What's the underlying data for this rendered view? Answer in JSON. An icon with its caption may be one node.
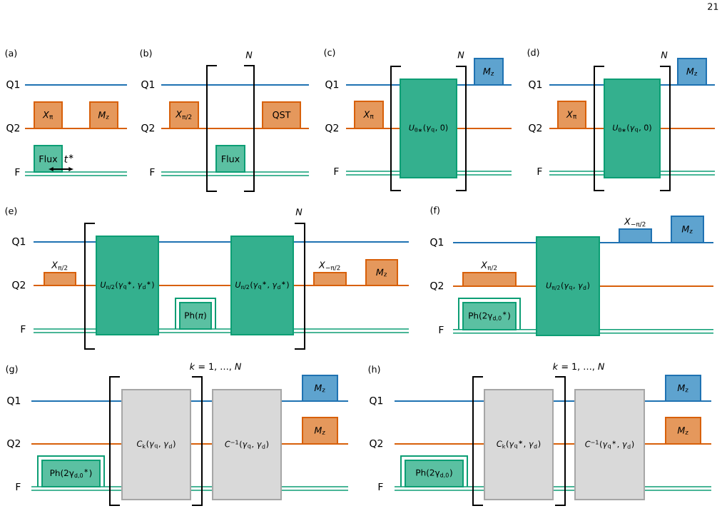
{
  "diagram": {
    "nodes": [
      {
        "text": [
          "*X*$_{π}$"
        ]
      },
      {
        "text": [
          "*M*$_{z}$"
        ]
      },
      {
        "text": [
          "Flux"
        ]
      },
      {
        "text": [
          "*X*$_{π/2}$"
        ]
      },
      {
        "text": [
          "Flux"
        ]
      },
      {
        "text": [
          "QST"
        ]
      },
      {
        "text": [
          "*X*$_{π}$"
        ]
      },
      {
        "text": [
          "*U*$_{θ∗}$(*γ*$_{q}$, 0)"
        ]
      },
      {
        "text": [
          "*M*$_{z}$"
        ]
      },
      {
        "text": [
          "*X*$_{π}$"
        ]
      },
      {
        "text": [
          "*U*$_{θ∗}$(*γ*$_{q}$, 0)"
        ]
      },
      {
        "text": [
          "*M*$_{z}$"
        ]
      },
      {
        "text": [
          "*X*$_{π/2}$"
        ]
      },
      {
        "text": [
          "*U*$_{π/2}$(*γ*$_{q}$$^{∗}$, *γ*$_{d}$$^{∗}$)"
        ]
      },
      {
        "text": [
          "Ph(*π*)"
        ]
      },
      {
        "text": [
          "*U*$_{π/2}$(*γ*$_{q}$$^{∗}$, *γ*$_{d}$$^{∗}$)"
        ]
      },
      {
        "text": [
          "*X*$_{−π/2}$"
        ]
      },
      {
        "text": [
          "*M*$_{z}$"
        ]
      },
      {
        "text": [
          "*X*$_{π/2}$"
        ]
      },
      {
        "text": [
          "Ph(2γ$_{d,0}$$^{∗}$)"
        ]
      },
      {
        "text": [
          "*U*$_{π/2}$(*γ*$_{q}$, *γ*$_{d}$)"
        ]
      },
      {
        "text": [
          "*X*$_{−π/2}$"
        ]
      },
      {
        "text": [
          "*M*$_{z}$"
        ]
      },
      {
        "text": [
          "Ph(2γ$_{d,0}$$^{∗}$)"
        ]
      },
      {
        "text": [
          "*C*$_{k}$(*γ*$_{q}$, *γ*$_{d}$)"
        ]
      },
      {
        "text": [
          "*C*$^{−1}$(*γ*$_{q}$, *γ*$_{d}$)"
        ]
      },
      {
        "text": [
          "*M*$_{z}$"
        ]
      },
      {
        "text": [
          "*M*$_{z}$"
        ]
      },
      {
        "text": [
          "Ph(2γ$_{d,0}$)"
        ]
      },
      {
        "text": [
          "*C*$_{k}$(*γ*$_{q}$$^{∗}$, *γ*$_{d}$)"
        ]
      },
      {
        "text": [
          "*C*$^{−1}$(*γ*$_{q}$$^{∗}$, *γ*$_{d}$)"
        ]
      },
      {
        "text": [
          "*M*$_{z}$"
        ]
      },
      {
        "text": [
          "*M*$_{z}$"
        ]
      }
    ],
    "labels": [
      "21",
      "(a)",
      "Q1",
      "Q2",
      "F",
      "*t*$^{∗}$",
      "(b)",
      "N",
      "Q1",
      "Q2",
      "F",
      "(c)",
      "N",
      "Q1",
      "Q2",
      "F",
      "(d)",
      "N",
      "Q1",
      "Q2",
      "F",
      "(e)",
      "N",
      "Q1",
      "Q2",
      "F",
      "(f)",
      "Q1",
      "Q2",
      "F",
      "(g)",
      "*k* = 1, …, *N*",
      "Q1",
      "Q2",
      "F",
      "(h)",
      "*k* = 1, …, *N*",
      "Q1",
      "Q2",
      "F"
    ]
  }
}
